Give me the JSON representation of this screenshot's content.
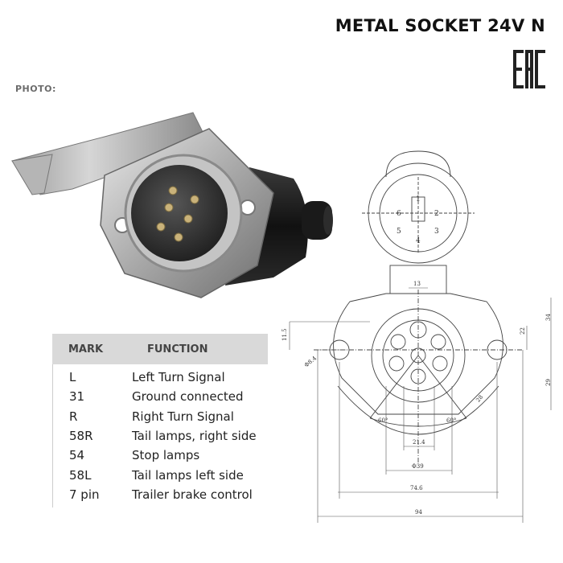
{
  "header": {
    "title": "METAL SOCKET 24V N",
    "certification": "EAC"
  },
  "photo": {
    "label": "PHOTO:"
  },
  "table": {
    "headers": {
      "mark": "MARK",
      "function": "FUNCTION"
    },
    "rows": [
      {
        "mark": "L",
        "function": "Left Turn Signal"
      },
      {
        "mark": "31",
        "function": "Ground connected"
      },
      {
        "mark": "R",
        "function": "Right Turn Signal"
      },
      {
        "mark": "58R",
        "function": "Tail lamps, right side"
      },
      {
        "mark": "54",
        "function": "Stop lamps"
      },
      {
        "mark": "58L",
        "function": "Tail lamps left side"
      },
      {
        "mark": "7 pin",
        "function": "Trailer brake control"
      }
    ]
  },
  "drawing": {
    "pin_numbers": [
      "1",
      "2",
      "3",
      "4",
      "5",
      "6"
    ],
    "dimensions": {
      "d13": "13",
      "d11_5": "11.5",
      "d22": "22",
      "d34": "34",
      "d29": "29",
      "hole": "Φ8.4",
      "angle_left": "60°",
      "angle_right": "60°",
      "d21_4": "21.4",
      "d39": "Φ39",
      "d74_6": "74.6",
      "d94": "94",
      "d28": "28"
    }
  },
  "colors": {
    "title": "#111111",
    "table_header_bg": "#d9d9d9",
    "label_gray": "#6b6b6b"
  }
}
